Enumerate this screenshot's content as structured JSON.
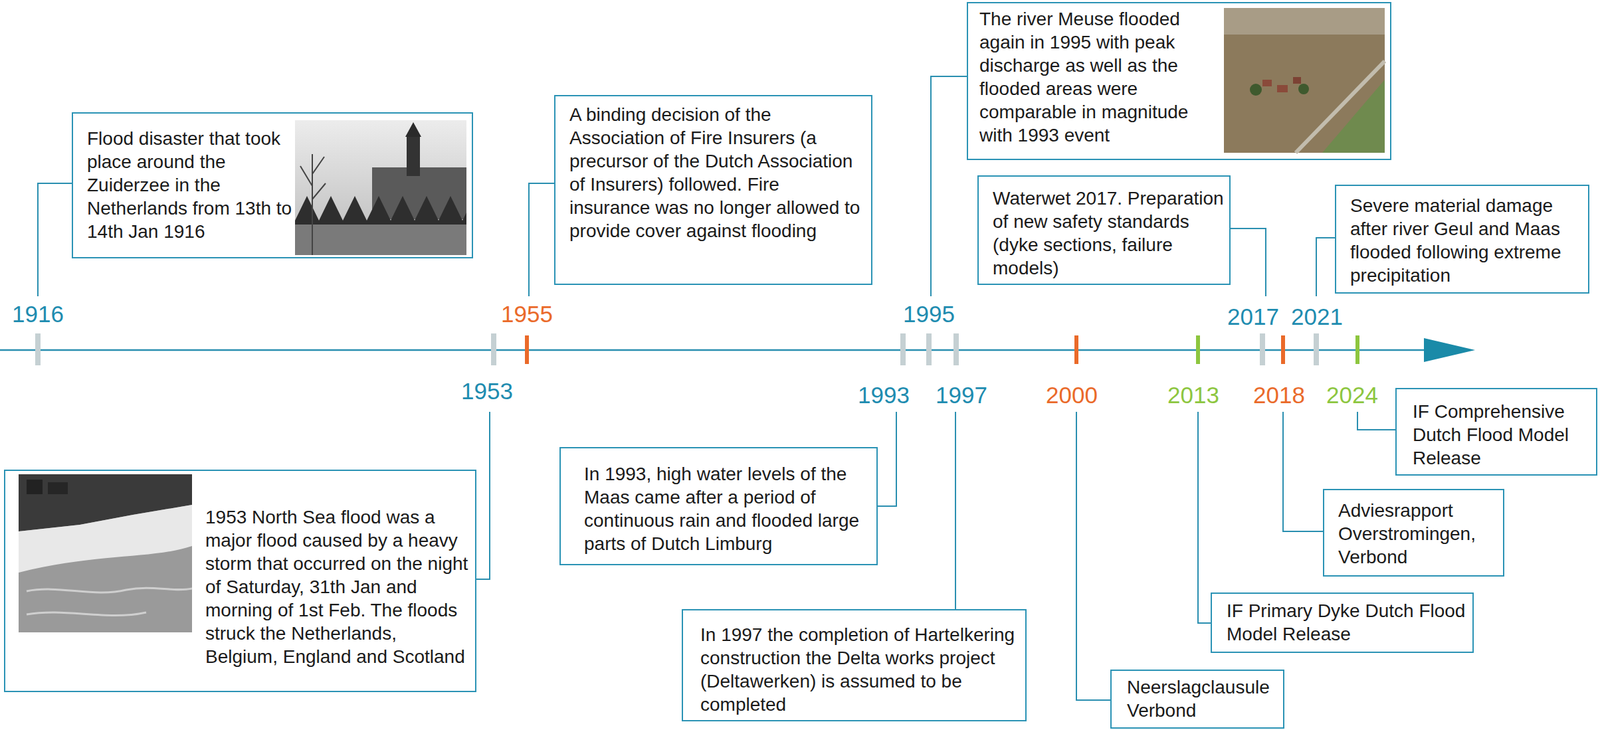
{
  "diagram": {
    "nodes": [
      {
        "text": [
          "Flood disaster that took place around the Zuiderzee in the Netherlands from 13th to 14th Jan 1916"
        ]
      },
      {
        "text": [
          "1953 North Sea flood was a major flood caused by a heavy storm that occurred on the night of Saturday, 31th Jan and morning of 1st Feb. The floods struck the Netherlands, Belgium, England and Scotland"
        ]
      },
      {
        "text": [
          "A binding decision of the Association of Fire Insurers (a precursor of the Dutch Association of Insurers) followed. Fire insurance was no longer allowed to provide cover against flooding"
        ]
      },
      {
        "text": [
          "In 1993, high water levels of the Maas came after a period of continuous rain and flooded large parts of Dutch Limburg"
        ]
      },
      {
        "text": [
          "The river Meuse flooded again in 1995 with peak discharge as well as the flooded areas were comparable in magnitude with 1993 event"
        ]
      },
      {
        "text": [
          "In 1997 the completion of Hartelkering construction the Delta works project (Deltawerken) is assumed to be completed"
        ]
      },
      {
        "text": [
          "Neerslagclausule Verbond"
        ]
      },
      {
        "text": [
          "IF Primary Dyke Dutch Flood Model Release"
        ]
      },
      {
        "text": [
          "Waterwet 2017. Preparation of new safety standards (dyke sections, failure models)"
        ]
      },
      {
        "text": [
          "Adviesrapport Overstromingen, Verbond"
        ]
      },
      {
        "text": [
          "Severe material damage after river Geul and Maas flooded following extreme precipitation"
        ]
      },
      {
        "text": [
          "IF Comprehensive Dutch Flood Model Release"
        ]
      }
    ],
    "labels": [
      "1916",
      "1953",
      "1955",
      "1993",
      "1995",
      "1997",
      "2000",
      "2013",
      "2017",
      "2018",
      "2021",
      "2024"
    ]
  }
}
